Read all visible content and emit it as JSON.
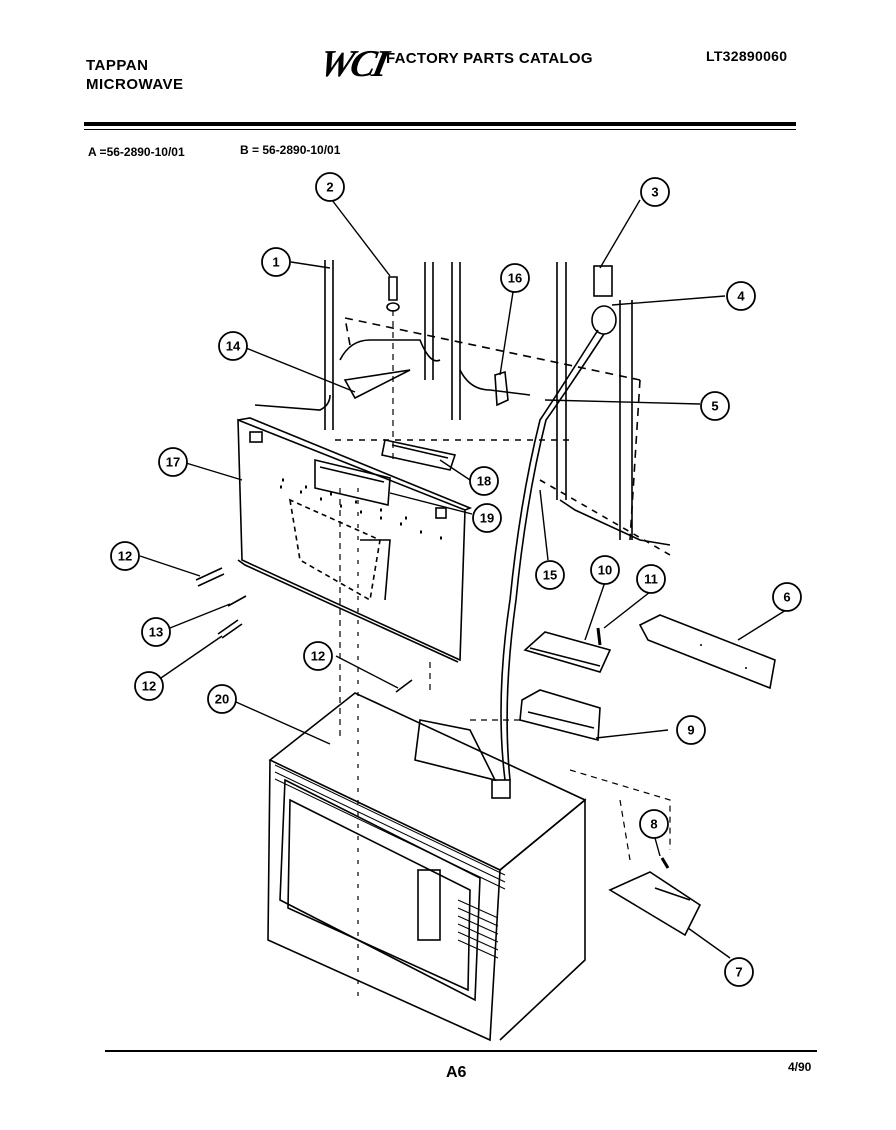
{
  "header": {
    "brand_line1": "TAPPAN",
    "brand_line2": "MICROWAVE",
    "logo": "WCI",
    "catalog_title": "FACTORY PARTS CATALOG",
    "model_number": "LT32890060"
  },
  "versions": {
    "a": "A =56-2890-10/01",
    "b": "B = 56-2890-10/01"
  },
  "callouts": [
    "1",
    "2",
    "3",
    "4",
    "5",
    "6",
    "7",
    "8",
    "9",
    "10",
    "11",
    "12",
    "13",
    "12",
    "12",
    "14",
    "15",
    "16",
    "17",
    "18",
    "19",
    "20"
  ],
  "footer": {
    "page": "A6",
    "date": "4/90"
  },
  "colors": {
    "ink": "#000000",
    "paper": "#ffffff"
  }
}
